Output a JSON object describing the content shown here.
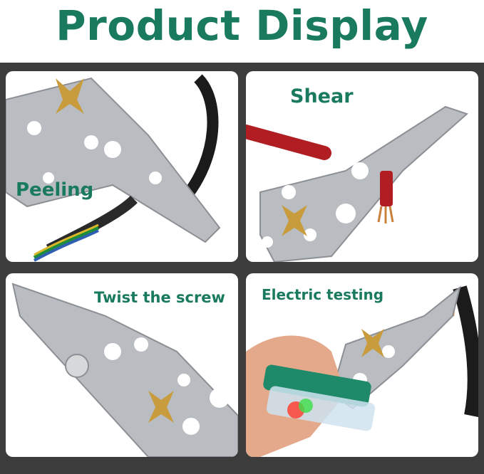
{
  "title": "Product Display",
  "panels": {
    "peeling": {
      "label": "Peeling"
    },
    "shear": {
      "label": "Shear"
    },
    "twist": {
      "label": "Twist the screw"
    },
    "testing": {
      "label": "Electric testing"
    }
  },
  "colors": {
    "title_green": "#1a7a5e",
    "background_dark": "#3c3c3c",
    "steel": "#b9bdc1",
    "steel_dark": "#8c9095",
    "gold": "#c89b3c",
    "wire_red": "#b01e23",
    "handle_green": "#1f8a6a"
  }
}
